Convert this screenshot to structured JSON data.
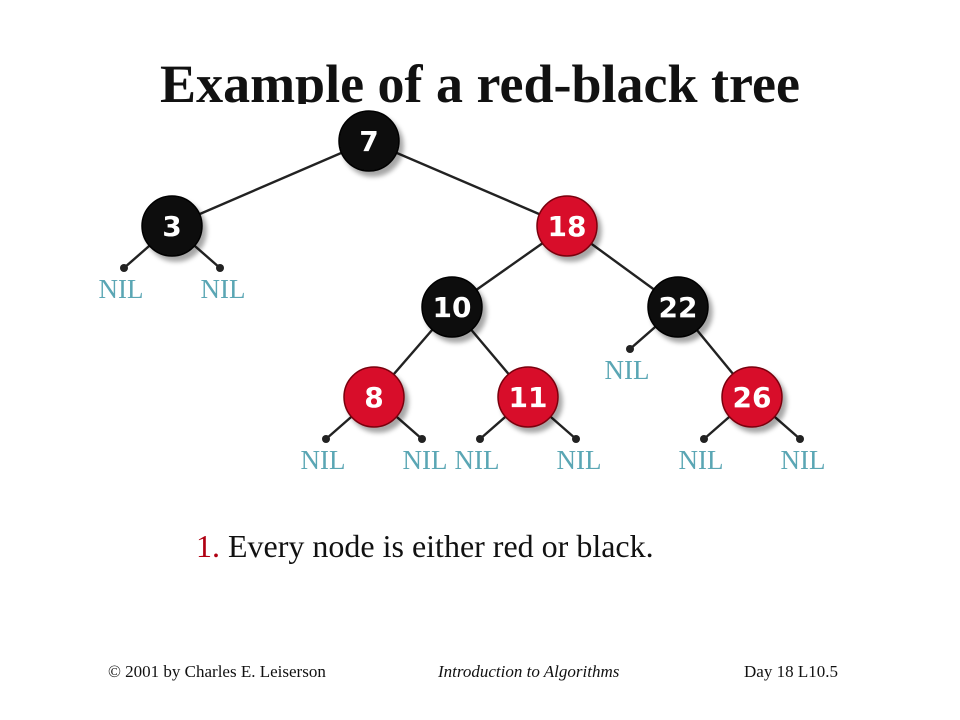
{
  "title": "Example of a red-black tree",
  "tree": {
    "nodes": [
      {
        "id": "7",
        "key": "7",
        "color": "black"
      },
      {
        "id": "3",
        "key": "3",
        "color": "black"
      },
      {
        "id": "18",
        "key": "18",
        "color": "red"
      },
      {
        "id": "10",
        "key": "10",
        "color": "black"
      },
      {
        "id": "22",
        "key": "22",
        "color": "black"
      },
      {
        "id": "8",
        "key": "8",
        "color": "red"
      },
      {
        "id": "11",
        "key": "11",
        "color": "red"
      },
      {
        "id": "26",
        "key": "26",
        "color": "red"
      }
    ],
    "edges": [
      [
        "7",
        "3"
      ],
      [
        "7",
        "18"
      ],
      [
        "18",
        "10"
      ],
      [
        "18",
        "22"
      ],
      [
        "10",
        "8"
      ],
      [
        "10",
        "11"
      ],
      [
        "22",
        "26"
      ]
    ],
    "nil_parents": [
      "3",
      "3",
      "8",
      "8",
      "11",
      "11",
      "22",
      "26",
      "26"
    ],
    "nil_label": "NIL",
    "colors": {
      "black": "#101010",
      "red": "#d8112a",
      "nil": "#5aa6b4",
      "edge": "#222222"
    }
  },
  "property": {
    "number": "1.",
    "text": " Every node is either red or black."
  },
  "footer": {
    "left": "© 2001 by Charles E. Leiserson",
    "center": "Introduction to Algorithms",
    "right": "Day  18     L10.5"
  }
}
